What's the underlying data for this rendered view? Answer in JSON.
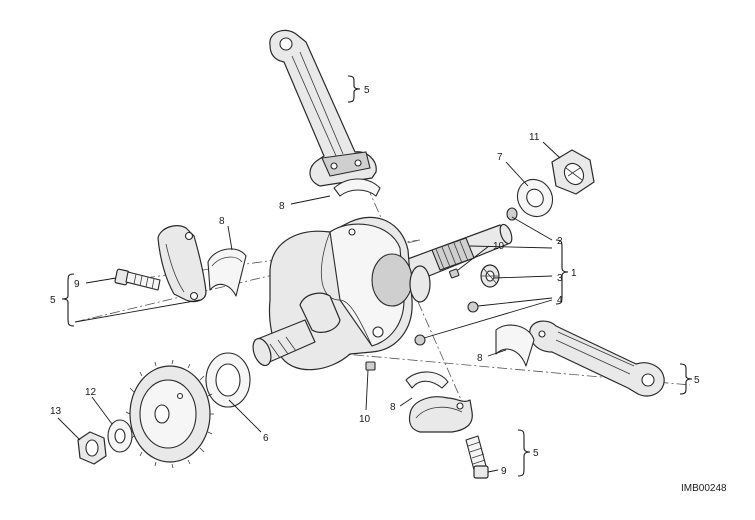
{
  "diagram": {
    "reference_code": "IMB00248",
    "callouts": {
      "conrod_top": "5",
      "bearing_top": "8",
      "washer_7": "7",
      "nut_11": "11",
      "bearing_left": "8",
      "bolt_left": "9",
      "conrod_left": "5",
      "group_2": "2",
      "group_1": "1",
      "group_3": "3",
      "group_4": "4",
      "dowel_10_upper": "10",
      "bearing_right": "8",
      "conrod_right": "5",
      "washer_6": "6",
      "dowel_10_lower": "10",
      "bearing_lower": "8",
      "conrod_lower": "5",
      "bolt_lower": "9",
      "nut_13": "13",
      "washer_12": "12"
    }
  }
}
